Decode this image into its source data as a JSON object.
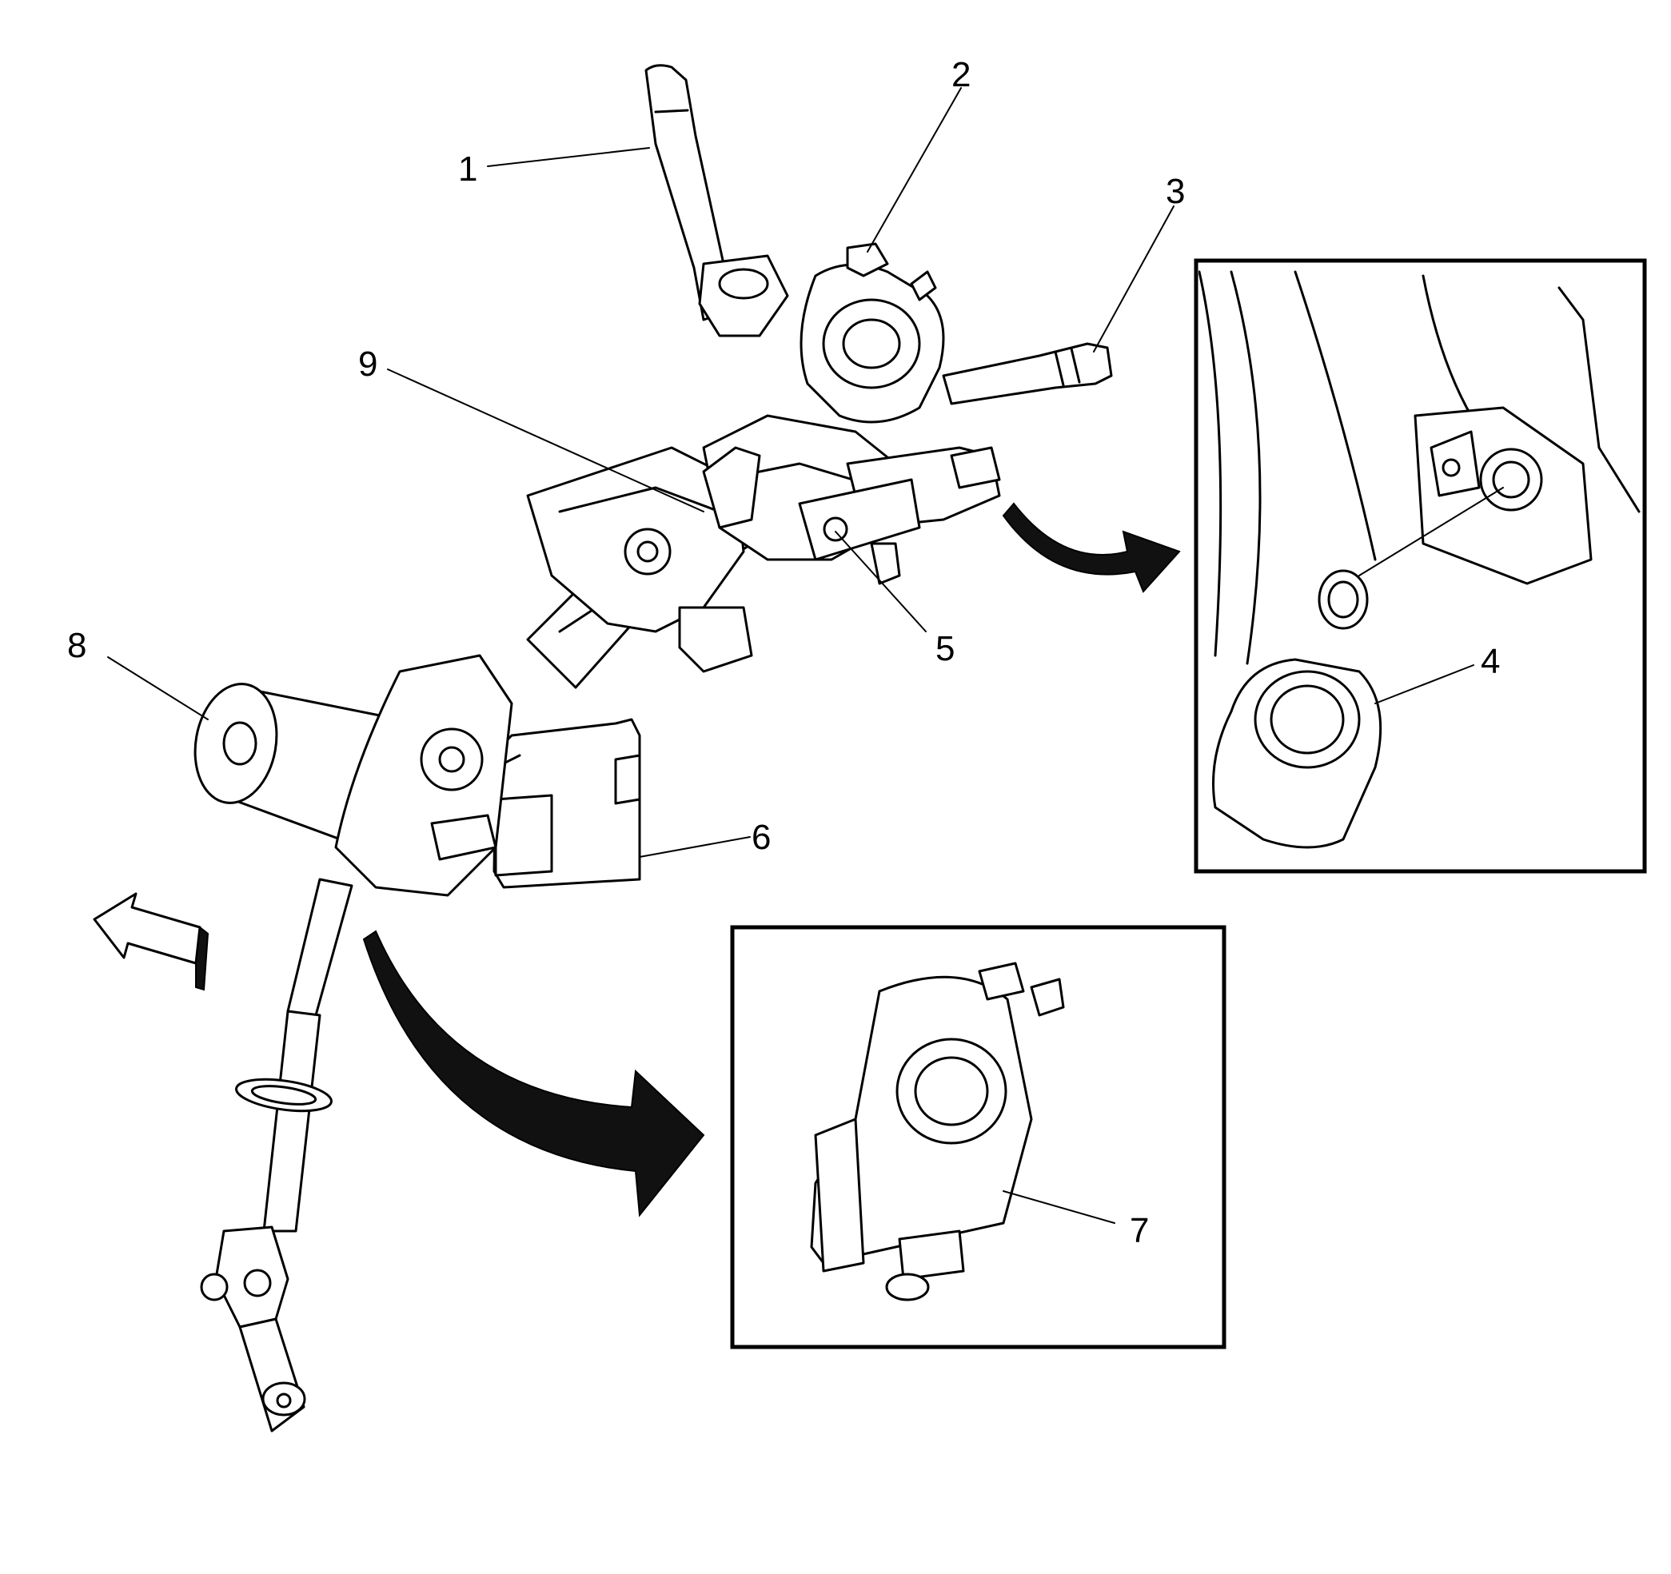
{
  "diagram": {
    "callouts": [
      {
        "id": "1",
        "label": "1"
      },
      {
        "id": "2",
        "label": "2"
      },
      {
        "id": "3",
        "label": "3"
      },
      {
        "id": "4",
        "label": "4"
      },
      {
        "id": "5",
        "label": "5"
      },
      {
        "id": "6",
        "label": "6"
      },
      {
        "id": "7",
        "label": "7"
      },
      {
        "id": "8",
        "label": "8"
      },
      {
        "id": "9",
        "label": "9"
      }
    ],
    "insets": [
      {
        "id": "lock-cylinder-detail",
        "callout": "4"
      },
      {
        "id": "position-sensor-detail",
        "callout": "7"
      }
    ],
    "direction_arrows": [
      "arrow-forward-left",
      "arrow-forward-right"
    ]
  }
}
